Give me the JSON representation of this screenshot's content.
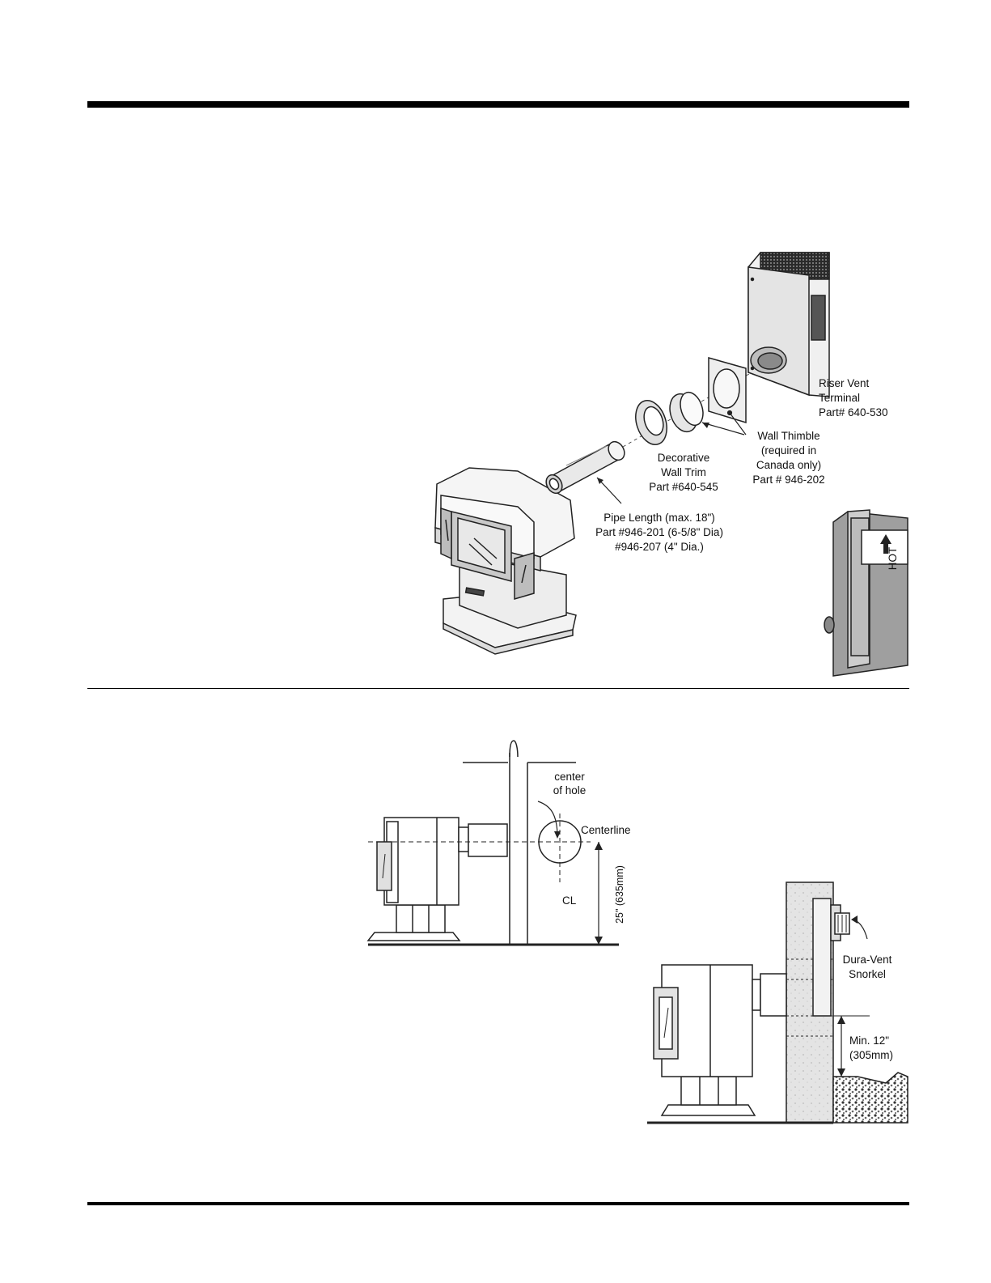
{
  "figure1": {
    "riser_terminal": [
      "Riser Vent",
      "Terminal",
      "Part# 640-530"
    ],
    "wall_thimble": [
      "Wall Thimble",
      "(required in",
      "Canada only)",
      "Part # 946-202"
    ],
    "wall_trim": [
      "Decorative",
      "Wall Trim",
      "Part #640-545"
    ],
    "pipe_length": [
      "Pipe Length (max. 18\")",
      "Part #946-201 (6-5/8\" Dia)",
      "#946-207 (4\" Dia.)"
    ],
    "hot_label": "HOT"
  },
  "figure2": {
    "center_of_hole": [
      "center",
      "of hole"
    ],
    "centerline": "Centerline",
    "cl_symbol": "CL",
    "height": "25\" (635mm)"
  },
  "figure3": {
    "snorkel": [
      "Dura-Vent",
      "Snorkel"
    ],
    "min_clearance": [
      "Min. 12\"",
      "(305mm)"
    ]
  }
}
